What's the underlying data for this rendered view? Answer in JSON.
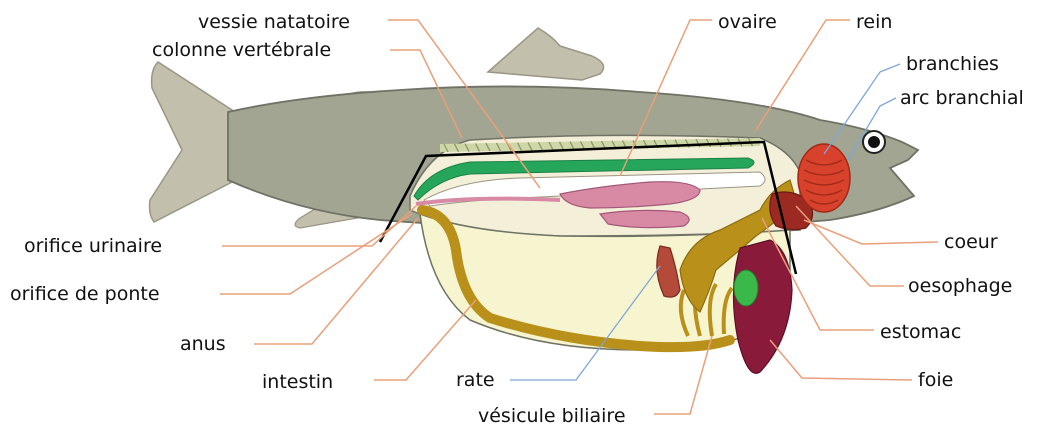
{
  "labels": {
    "vessie_natatoire": "vessie natatoire",
    "colonne_vertebrale": "colonne vertébrale",
    "ovaire": "ovaire",
    "rein": "rein",
    "branchies": "branchies",
    "arc_branchial": "arc branchial",
    "orifice_urinaire": "orifice urinaire",
    "orifice_de_ponte": "orifice de ponte",
    "anus": "anus",
    "intestin": "intestin",
    "rate": "rate",
    "vesicule_biliaire": "vésicule biliaire",
    "foie": "foie",
    "estomac": "estomac",
    "oesophage": "oesophage",
    "coeur": "coeur"
  },
  "colors": {
    "body": "#a2a592",
    "fin": "#c3bfad",
    "cavity": "#f3efd8",
    "belly": "#f7f5d0",
    "gut": "#b8901a",
    "spine": "#26a65b",
    "ovary": "#d88aa4",
    "gill": "#d8422c",
    "heart": "#9c2a22",
    "liver": "#8a1a3a",
    "gallbladder": "#3bb84a",
    "leader": "#e8a07a",
    "leader_blue": "#7fa6d8"
  }
}
